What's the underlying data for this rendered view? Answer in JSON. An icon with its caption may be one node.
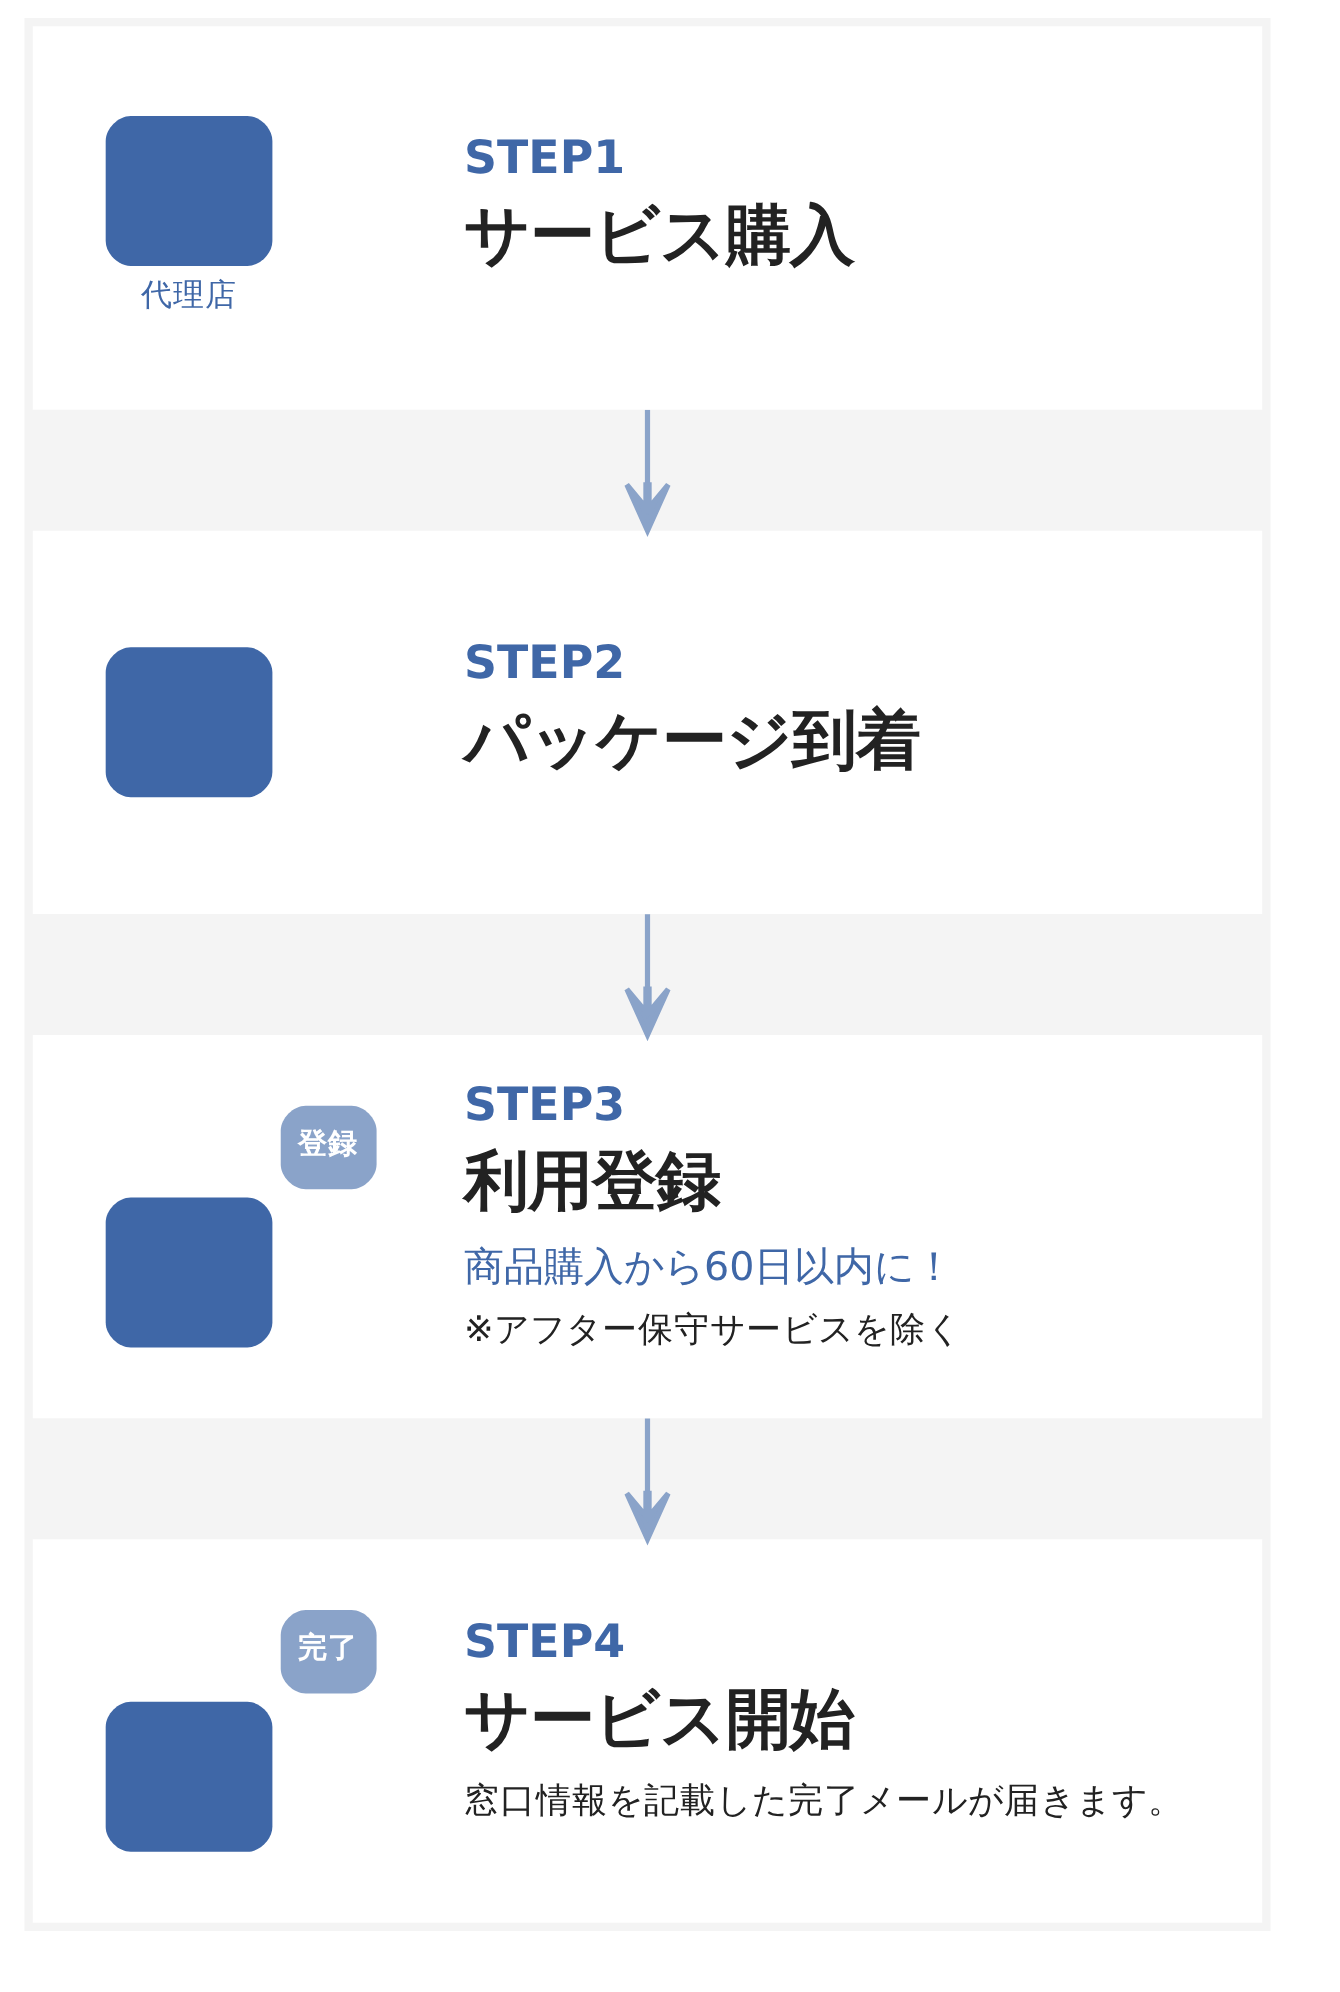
{
  "diagram": {
    "nodes": [
      {
        "text": [
          "代理店",
          "STEP1",
          "サービス購入"
        ]
      },
      {
        "text": [
          "STEP2",
          "パッケージ到着"
        ]
      },
      {
        "text": [
          "登録",
          "STEP3",
          "利用登録",
          "商品購入から60日以内に！",
          "※アフター保守サービスを除く"
        ]
      },
      {
        "text": [
          "完了",
          "STEP4",
          "サービス開始",
          "窓口情報を記載した完了メールが届きます。"
        ]
      }
    ],
    "edges": [
      {
        "from": 0,
        "to": 1,
        "arrow": "to"
      },
      {
        "from": 1,
        "to": 2,
        "arrow": "to"
      },
      {
        "from": 2,
        "to": 3,
        "arrow": "to"
      }
    ]
  }
}
